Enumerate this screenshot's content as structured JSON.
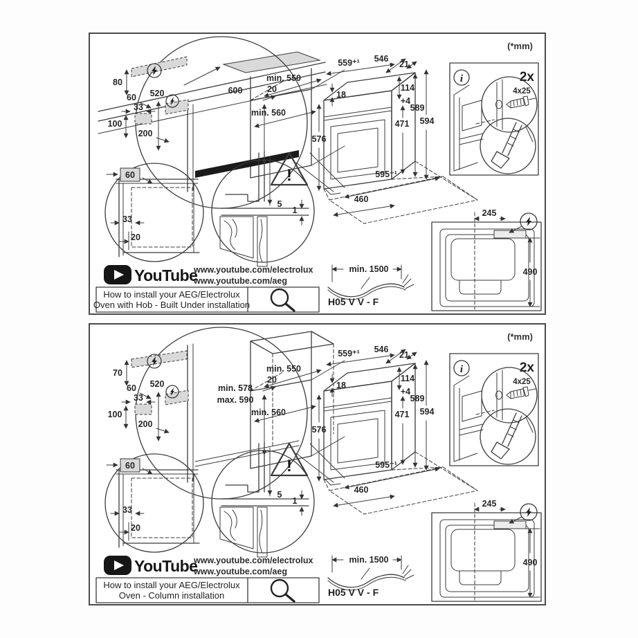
{
  "panels": [
    {
      "units_note": "(*mm)",
      "cabinet": {
        "top_gap": "80",
        "side_gap": "60",
        "height_520": "520",
        "gap_33": "33",
        "bottom_100": "100",
        "plinth_200": "200"
      },
      "niche": {
        "height_line1": "600",
        "height_line2": "",
        "depth_min": "min. 550",
        "rear_gap": "20",
        "width_min": "min. 560"
      },
      "oven": {
        "width_top": "559⁺¹",
        "depth_546": "546",
        "gap_21": "21",
        "top_18": "18",
        "front_114": "114",
        "tol_4": "+4",
        "height_589": "589",
        "height_594": "594",
        "door_471": "471",
        "body_576": "576",
        "width_front": "595⁻¹",
        "depth_460": "460"
      },
      "corner_detail": {
        "dim_60": "60",
        "dim_33": "33",
        "dim_20": "20"
      },
      "edge_detail": {
        "dim_5": "5",
        "dim_1": "1",
        "warning_mark": "!"
      },
      "screw_info": {
        "count": "2x",
        "screw_size": "4x25",
        "info_mark": "i"
      },
      "rear_view": {
        "offset_245": "245",
        "height_490": "490"
      },
      "cable": {
        "length": "min. 1500",
        "type": "H05 V V - F"
      },
      "youtube": {
        "brand": "YouTube",
        "url_electrolux": "www.youtube.com/electrolux",
        "url_aeg": "www.youtube.com/aeg",
        "caption_line1": "How to install your AEG/Electrolux",
        "caption_line2": "Oven with Hob - Built Under installation"
      }
    },
    {
      "units_note": "(*mm)",
      "cabinet": {
        "top_gap": "70",
        "side_gap": "60",
        "height_520": "520",
        "gap_33": "33",
        "bottom_100": "100",
        "plinth_200": "200"
      },
      "niche": {
        "height_line1": "min. 578",
        "height_line2": "max. 590",
        "depth_min": "min. 550",
        "rear_gap": "20",
        "width_min": "min. 560"
      },
      "oven": {
        "width_top": "559⁺¹",
        "depth_546": "546",
        "gap_21": "21",
        "top_18": "18",
        "front_114": "114",
        "tol_4": "+4",
        "height_589": "589",
        "height_594": "594",
        "door_471": "471",
        "body_576": "576",
        "width_front": "595⁻¹",
        "depth_460": "460"
      },
      "corner_detail": {
        "dim_60": "60",
        "dim_33": "33",
        "dim_20": "20"
      },
      "edge_detail": {
        "dim_5": "5",
        "dim_1": "1",
        "warning_mark": "!"
      },
      "screw_info": {
        "count": "2x",
        "screw_size": "4x25",
        "info_mark": "i"
      },
      "rear_view": {
        "offset_245": "245",
        "height_490": "490"
      },
      "cable": {
        "length": "min. 1500",
        "type": "H05 V V - F"
      },
      "youtube": {
        "brand": "YouTube",
        "url_electrolux": "www.youtube.com/electrolux",
        "url_aeg": "www.youtube.com/aeg",
        "caption_line1": "How to install your AEG/Electrolux",
        "caption_line2": "Oven - Column installation"
      }
    }
  ]
}
